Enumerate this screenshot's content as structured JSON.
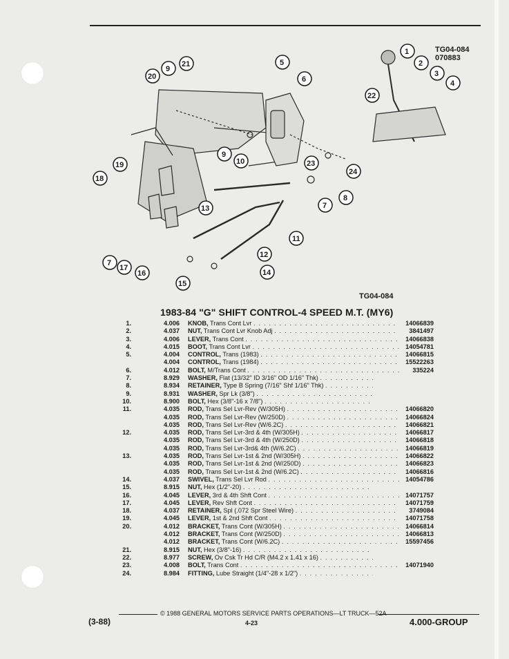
{
  "figure": {
    "code_top": "TG04-084",
    "code_top_2": "070883",
    "code_bottom": "TG04-084",
    "callouts": [
      "1",
      "2",
      "3",
      "4",
      "5",
      "6",
      "7",
      "7",
      "8",
      "9",
      "9",
      "10",
      "11",
      "12",
      "13",
      "14",
      "15",
      "16",
      "17",
      "18",
      "19",
      "20",
      "21",
      "22",
      "23",
      "24"
    ]
  },
  "title": "1983-84 \"G\" SHIFT CONTROL-4 SPEED M.T. (MY6)",
  "parts": [
    {
      "num": "1.",
      "group": "4.006",
      "name": "KNOB,",
      "desc": "Trans Cont Lvr",
      "part": "14066839"
    },
    {
      "num": "2.",
      "group": "4.037",
      "name": "NUT,",
      "desc": "Trans Cont Lvr Knob Adj",
      "part": "3841497"
    },
    {
      "num": "3.",
      "group": "4.006",
      "name": "LEVER,",
      "desc": "Trans Cont",
      "part": "14066838"
    },
    {
      "num": "4.",
      "group": "4.015",
      "name": "BOOT,",
      "desc": "Trans Cont Lvr",
      "part": "14054781"
    },
    {
      "num": "5.",
      "group": "4.004",
      "name": "CONTROL,",
      "desc": "Trans (1983)",
      "part": "14066815"
    },
    {
      "num": "",
      "group": "4.004",
      "name": "CONTROL,",
      "desc": "Trans (1984)",
      "part": "15522263"
    },
    {
      "num": "6.",
      "group": "4.012",
      "name": "BOLT,",
      "desc": "M/Trans Cont",
      "part": "335224"
    },
    {
      "num": "7.",
      "group": "8.929",
      "name": "WASHER,",
      "desc": "Flat (13/32\" ID 3/16\" OD 1/16\" Thk)",
      "part": ""
    },
    {
      "num": "8.",
      "group": "8.934",
      "name": "RETAINER,",
      "desc": "Type B Spring (7/16\" Shf 1/16\" Thk)",
      "part": ""
    },
    {
      "num": "9.",
      "group": "8.931",
      "name": "WASHER,",
      "desc": "Spr Lk (3/8\")",
      "part": ""
    },
    {
      "num": "10.",
      "group": "8.900",
      "name": "BOLT,",
      "desc": "Hex (3/8\"-16 x 7/8\")",
      "part": ""
    },
    {
      "num": "11.",
      "group": "4.035",
      "name": "ROD,",
      "desc": "Trans Sel Lvr-Rev (W/305H)",
      "part": "14066820"
    },
    {
      "num": "",
      "group": "4.035",
      "name": "ROD,",
      "desc": "Trans Sel Lvr-Rev (W/250D)",
      "part": "14066824"
    },
    {
      "num": "",
      "group": "4.035",
      "name": "ROD,",
      "desc": "Trans Sel Lvr-Rev (W/6.2C)",
      "part": "14066821"
    },
    {
      "num": "12.",
      "group": "4.035",
      "name": "ROD,",
      "desc": "Trans Sel Lvr-3rd & 4th (W/305H)",
      "part": "14066817"
    },
    {
      "num": "",
      "group": "4.035",
      "name": "ROD,",
      "desc": "Trans Sel Lvr-3rd & 4th (W/250D)",
      "part": "14066818"
    },
    {
      "num": "",
      "group": "4.035",
      "name": "ROD,",
      "desc": "Trans Sel Lvr-3rd& 4th (W/6.2C)",
      "part": "14066819"
    },
    {
      "num": "13.",
      "group": "4.035",
      "name": "ROD,",
      "desc": "Trans Sel Lvr-1st & 2nd (W/305H)",
      "part": "14066822"
    },
    {
      "num": "",
      "group": "4.035",
      "name": "ROD,",
      "desc": "Trans Sel Lvr-1st & 2nd (W/250D)",
      "part": "14066823"
    },
    {
      "num": "",
      "group": "4.035",
      "name": "ROD,",
      "desc": "Trans Sel Lvr-1st & 2nd (W/6.2C)",
      "part": "14066816"
    },
    {
      "num": "14.",
      "group": "4.037",
      "name": "SWIVEL,",
      "desc": "Trans Sel Lvr Rod",
      "part": "14054786"
    },
    {
      "num": "15.",
      "group": "8.915",
      "name": "NUT,",
      "desc": "Hex (1/2\"-20)",
      "part": ""
    },
    {
      "num": "16.",
      "group": "4.045",
      "name": "LEVER,",
      "desc": "3rd & 4th Shft Cont",
      "part": "14071757"
    },
    {
      "num": "17.",
      "group": "4.045",
      "name": "LEVER,",
      "desc": "Rev Shft Cont",
      "part": "14071759"
    },
    {
      "num": "18.",
      "group": "4.037",
      "name": "RETAINER,",
      "desc": "Spl (.072 Spr Steel Wire)",
      "part": "3749084"
    },
    {
      "num": "19.",
      "group": "4.045",
      "name": "LEVER,",
      "desc": "1st & 2nd Shft Cont",
      "part": "14071758"
    },
    {
      "num": "20.",
      "group": "4.012",
      "name": "BRACKET,",
      "desc": "Trans Cont (W/305H)",
      "part": "14066814"
    },
    {
      "num": "",
      "group": "4.012",
      "name": "BRACKET,",
      "desc": "Trans Cont (W/250D)",
      "part": "14066813"
    },
    {
      "num": "",
      "group": "4.012",
      "name": "BRACKET,",
      "desc": "Trans Cont (W/6.2C)",
      "part": "15597456"
    },
    {
      "num": "21.",
      "group": "8.915",
      "name": "NUT,",
      "desc": "Hex (3/8\"-16)",
      "part": ""
    },
    {
      "num": "22.",
      "group": "8.977",
      "name": "SCREW,",
      "desc": "Ov Csk Tr Hd C/R (M4.2 x 1.41 x 16)",
      "part": ""
    },
    {
      "num": "23.",
      "group": "4.008",
      "name": "BOLT,",
      "desc": "Trans Cont",
      "part": "14071940"
    },
    {
      "num": "24.",
      "group": "8.984",
      "name": "FITTING,",
      "desc": "Lube Straight (1/4\"-28 x 1/2\")",
      "part": ""
    }
  ],
  "footer": {
    "date": "(3-88)",
    "copyright": "© 1988 GENERAL MOTORS SERVICE PARTS OPERATIONS—LT TRUCK—52A",
    "page": "4-23",
    "group": "4.000-GROUP"
  }
}
